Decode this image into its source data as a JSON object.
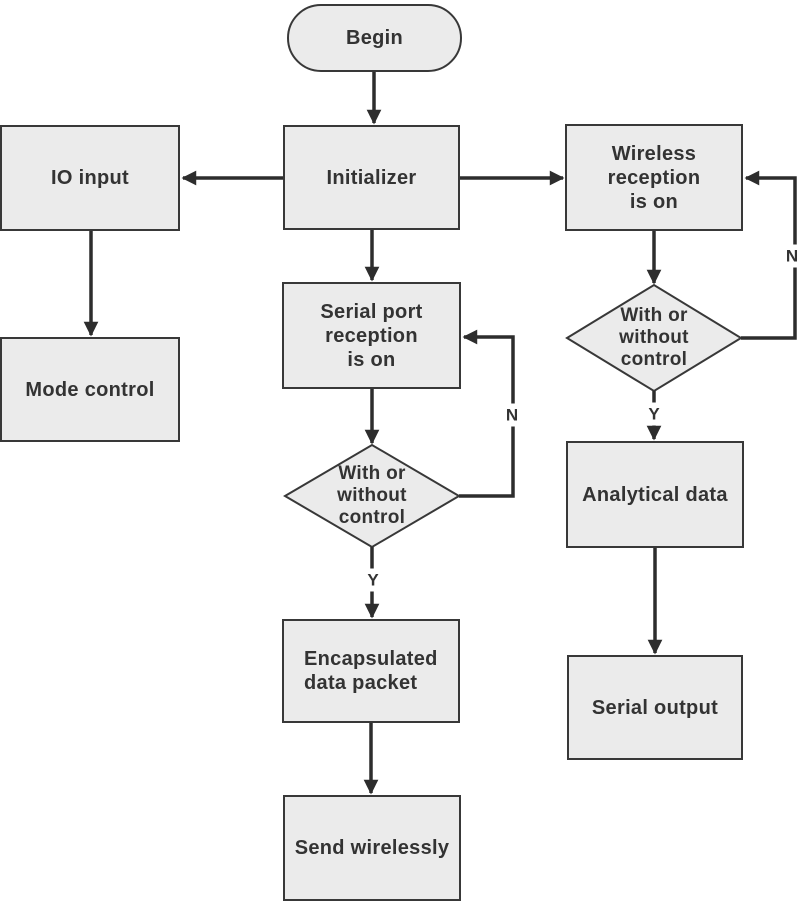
{
  "diagram": {
    "type": "flowchart",
    "colors": {
      "background": "#ffffff",
      "node_fill": "#ebebeb",
      "node_border": "#383838",
      "arrow": "#2d2d2d",
      "text": "#333333"
    },
    "nodes": {
      "begin": {
        "label": "Begin",
        "shape": "terminator"
      },
      "initializer": {
        "label": "Initializer",
        "shape": "process"
      },
      "io_input": {
        "label": "IO input",
        "shape": "process"
      },
      "mode_control": {
        "label": "Mode control",
        "shape": "process"
      },
      "wireless_reception": {
        "label": "Wireless\nreception\nis on",
        "shape": "process"
      },
      "decision_wireless": {
        "label": "With or\nwithout\ncontrol",
        "shape": "decision"
      },
      "analytical_data": {
        "label": "Analytical data",
        "shape": "process"
      },
      "serial_output": {
        "label": "Serial output",
        "shape": "process"
      },
      "serial_port_reception": {
        "label": "Serial port\nreception\nis on",
        "shape": "process"
      },
      "decision_serial": {
        "label": "With or\nwithout\ncontrol",
        "shape": "decision"
      },
      "encapsulated_packet": {
        "label": "Encapsulated\ndata packet",
        "shape": "process"
      },
      "send_wirelessly": {
        "label": "Send wirelessly",
        "shape": "process"
      }
    },
    "edge_labels": {
      "decision_wireless_no": "N",
      "decision_wireless_yes": "Y",
      "decision_serial_no": "N",
      "decision_serial_yes": "Y"
    },
    "edges": [
      {
        "from": "begin",
        "to": "initializer",
        "label": ""
      },
      {
        "from": "initializer",
        "to": "io_input",
        "label": ""
      },
      {
        "from": "initializer",
        "to": "wireless_reception",
        "label": ""
      },
      {
        "from": "initializer",
        "to": "serial_port_reception",
        "label": ""
      },
      {
        "from": "io_input",
        "to": "mode_control",
        "label": ""
      },
      {
        "from": "wireless_reception",
        "to": "decision_wireless",
        "label": ""
      },
      {
        "from": "decision_wireless",
        "to": "analytical_data",
        "label": "Y"
      },
      {
        "from": "decision_wireless",
        "to": "wireless_reception",
        "label": "N"
      },
      {
        "from": "analytical_data",
        "to": "serial_output",
        "label": ""
      },
      {
        "from": "serial_port_reception",
        "to": "decision_serial",
        "label": ""
      },
      {
        "from": "decision_serial",
        "to": "encapsulated_packet",
        "label": "Y"
      },
      {
        "from": "decision_serial",
        "to": "serial_port_reception",
        "label": "N"
      },
      {
        "from": "encapsulated_packet",
        "to": "send_wirelessly",
        "label": ""
      }
    ]
  }
}
